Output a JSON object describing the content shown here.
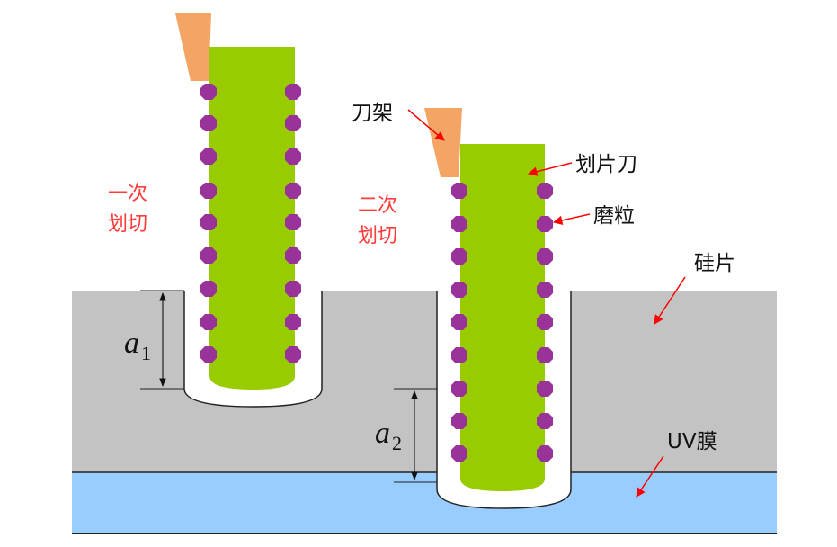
{
  "labels": {
    "holder": "刀架",
    "blade": "划片刀",
    "grit": "磨粒",
    "wafer": "硅片",
    "uv_film": "UV膜",
    "first_cut_line1": "一次",
    "first_cut_line2": "划切",
    "second_cut_line1": "二次",
    "second_cut_line2": "划切",
    "depth1_symbol": "a",
    "depth1_sub": "1",
    "depth2_symbol": "a",
    "depth2_sub": "2"
  },
  "colors": {
    "wafer": "#c3c3c3",
    "uv_film": "#99ccff",
    "blade": "#99cc00",
    "grit": "#993399",
    "holder": "#f5a563",
    "annotation_red": "#ff3b3b",
    "arrow": "#ff0000"
  }
}
